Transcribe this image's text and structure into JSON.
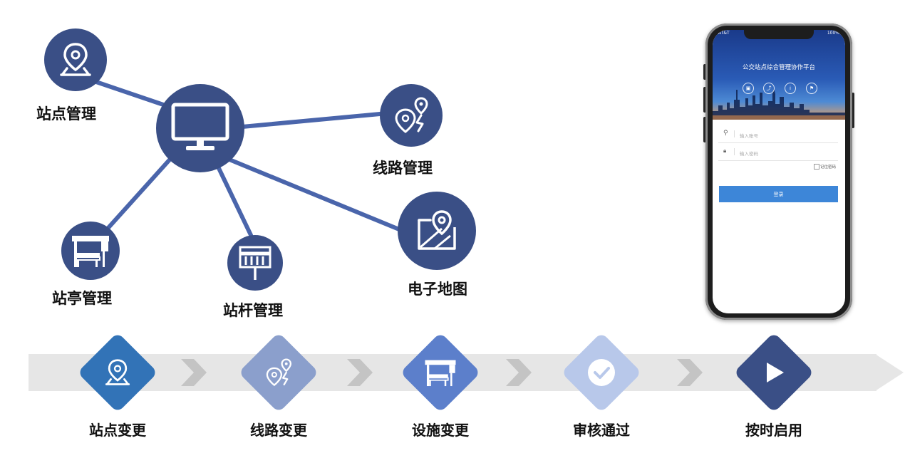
{
  "hub": {
    "icon": "monitor-icon"
  },
  "modules": [
    {
      "label": "站点管理",
      "icon": "location-pin-icon"
    },
    {
      "label": "线路管理",
      "icon": "route-pins-icon"
    },
    {
      "label": "电子地图",
      "icon": "map-pin-icon"
    },
    {
      "label": "站亭管理",
      "icon": "bus-shelter-icon"
    },
    {
      "label": "站杆管理",
      "icon": "bus-stop-sign-icon"
    }
  ],
  "colors": {
    "node": "#3a4f86",
    "connector": "#4a65ab",
    "strip": "#e6e6e6",
    "chevron": "#c4c4c4"
  },
  "process": {
    "steps": [
      {
        "label": "站点变更",
        "icon": "location-pin-icon",
        "color": "#3273b7"
      },
      {
        "label": "线路变更",
        "icon": "route-pins-icon",
        "color": "#8b9fcc"
      },
      {
        "label": "设施变更",
        "icon": "bus-shelter-icon",
        "color": "#5c7fcb"
      },
      {
        "label": "审核通过",
        "icon": "check-circle-icon",
        "color": "#b8c8ea"
      },
      {
        "label": "按时启用",
        "icon": "play-icon",
        "color": "#3a4f86"
      }
    ]
  },
  "phone": {
    "carrier": "AT&T",
    "battery": "100%",
    "app_title": "公交站点综合管理协作平台",
    "account_placeholder": "输入账号",
    "password_placeholder": "输入密码",
    "remember_label": "记住密码",
    "login_label": "登录"
  }
}
